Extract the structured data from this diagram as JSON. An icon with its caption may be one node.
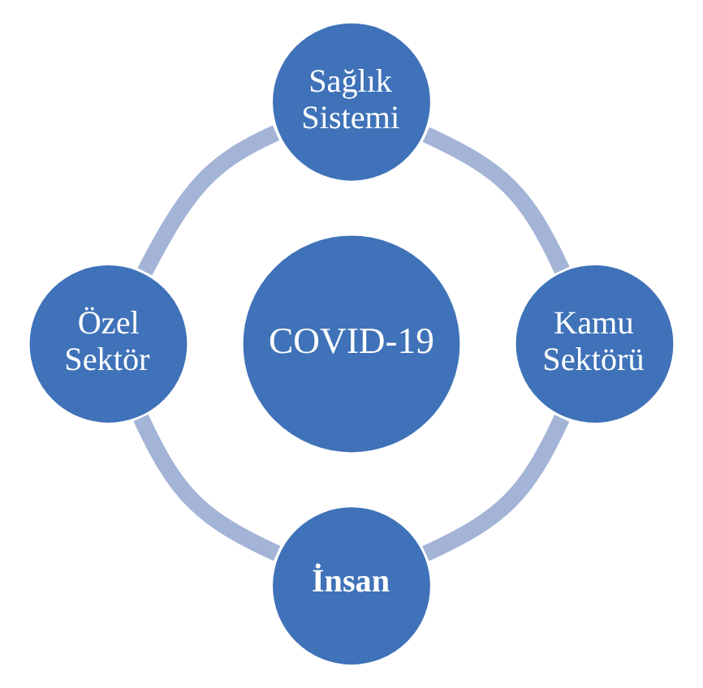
{
  "diagram": {
    "nodes": [
      {
        "text": [
          "Sağlık Sistemi"
        ]
      },
      {
        "text": [
          "Özel Sektör"
        ]
      },
      {
        "text": [
          "COVID-19"
        ]
      },
      {
        "text": [
          "Kamu Sektörü"
        ]
      },
      {
        "text": [
          "İnsan"
        ]
      }
    ],
    "edges": [
      {
        "from": 0,
        "to": 3,
        "arrow": "none"
      },
      {
        "from": 3,
        "to": 4,
        "arrow": "none"
      },
      {
        "from": 4,
        "to": 1,
        "arrow": "none"
      },
      {
        "from": 1,
        "to": 0,
        "arrow": "none"
      }
    ]
  }
}
